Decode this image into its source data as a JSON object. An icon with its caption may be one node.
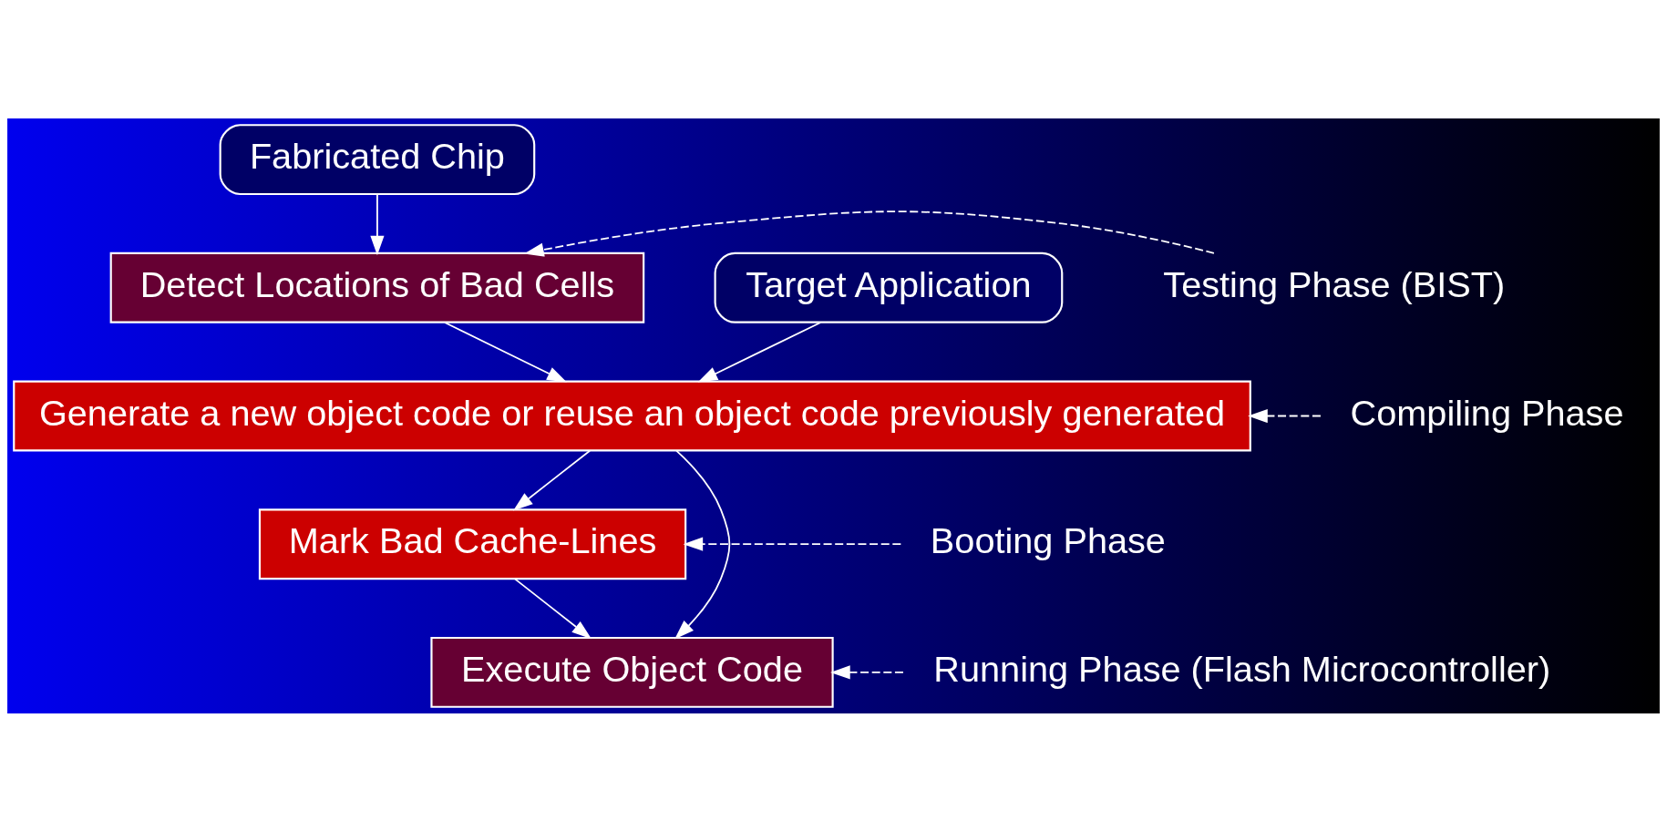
{
  "diagram": {
    "nodes": [
      {
        "text": [
          "Fabricated Chip"
        ]
      },
      {
        "text": [
          "Target Application"
        ]
      },
      {
        "text": [
          "Detect Locations of Bad Cells"
        ]
      },
      {
        "text": [
          "Generate a new object code or reuse an object code previously generated"
        ]
      },
      {
        "text": [
          "Mark Bad Cache-Lines"
        ]
      },
      {
        "text": [
          "Execute Object Code"
        ]
      },
      {
        "text": [
          "Testing Phase (BIST)"
        ]
      },
      {
        "text": [
          "Compiling Phase"
        ]
      },
      {
        "text": [
          "Booting Phase"
        ]
      },
      {
        "text": [
          "Running Phase (Flash Microcontroller)"
        ]
      }
    ],
    "edges": [
      {
        "from": 0,
        "to": 2,
        "arrow": "to"
      },
      {
        "from": 1,
        "to": 3,
        "arrow": "to"
      },
      {
        "from": 2,
        "to": 3,
        "arrow": "to"
      },
      {
        "from": 3,
        "to": 4,
        "arrow": "to"
      },
      {
        "from": 3,
        "to": 5,
        "arrow": "to"
      },
      {
        "from": 4,
        "to": 5,
        "arrow": "to"
      },
      {
        "from": 6,
        "to": 2,
        "arrow": "to",
        "style": "dashed"
      },
      {
        "from": 7,
        "to": 3,
        "arrow": "to",
        "style": "dashed"
      },
      {
        "from": 8,
        "to": 4,
        "arrow": "to",
        "style": "dashed"
      },
      {
        "from": 9,
        "to": 5,
        "arrow": "to",
        "style": "dashed"
      }
    ]
  }
}
